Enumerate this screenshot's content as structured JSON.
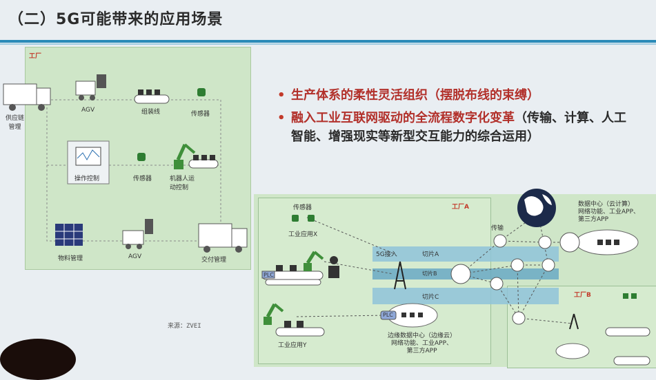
{
  "title": "（二）5G可能带来的应用场景",
  "factory_diagram": {
    "label": "工厂",
    "supply_chain": "供应链\n管理",
    "agv_top": "AGV",
    "assembly_line": "组装线",
    "sensor_top": "传感器",
    "operation_control": "操作控制",
    "sensor_mid": "传感器",
    "robot_control": "机器人运\n动控制",
    "material_management": "物料管理",
    "agv_bottom": "AGV",
    "delivery_management": "交付管理"
  },
  "source": "来源：ZVEI",
  "bullets": [
    {
      "text": "生产体系的柔性灵活组织（摆脱布线的束缚）",
      "color": "#b2302a"
    },
    {
      "text": "融入工业互联网驱动的全流程数字化变革（传输、计算、人工智能、增强现实等新型交互能力的综合运用）",
      "color": "#b2302a",
      "red_part": "融入工业互联网驱动的全流程数字化变革",
      "dark_part": "（传输、计算、人工智能、增强现实等新型交互能力的综合运用）"
    }
  ],
  "network_diagram": {
    "factory_a": "工厂A",
    "factory_b": "工厂B",
    "sensor": "传感器",
    "industrial_app_x": "工业应用X",
    "industrial_app_y": "工业应用Y",
    "access_5g": "5G接入",
    "slice_a": "切片A",
    "slice_b": "切片B",
    "slice_c": "切片C",
    "transport": "传输",
    "plc1": "PLC",
    "plc2": "PLC",
    "datacenter": "数据中心（云计算）\n网络功能、工业APP、\n第三方APP",
    "edge_dc": "边缘数据中心（边缘云）\n网络功能、工业APP、\n第三方APP"
  }
}
